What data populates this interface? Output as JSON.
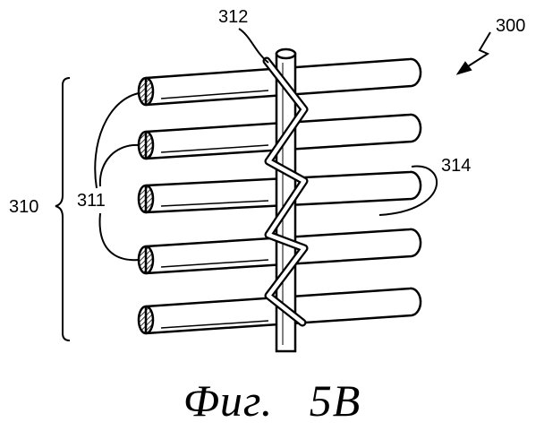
{
  "figure": {
    "reference_numerals": {
      "assembly": "300",
      "strand_set": "310",
      "strand_ends": "311",
      "wire": "312",
      "strand_body": "314"
    },
    "caption": "Фиг.   5B"
  },
  "colors": {
    "ink": "#000000",
    "paper": "#ffffff",
    "end_hatch": "#000000"
  },
  "icons": {
    "assembly_pointer": "zigzag-arrow-icon"
  }
}
